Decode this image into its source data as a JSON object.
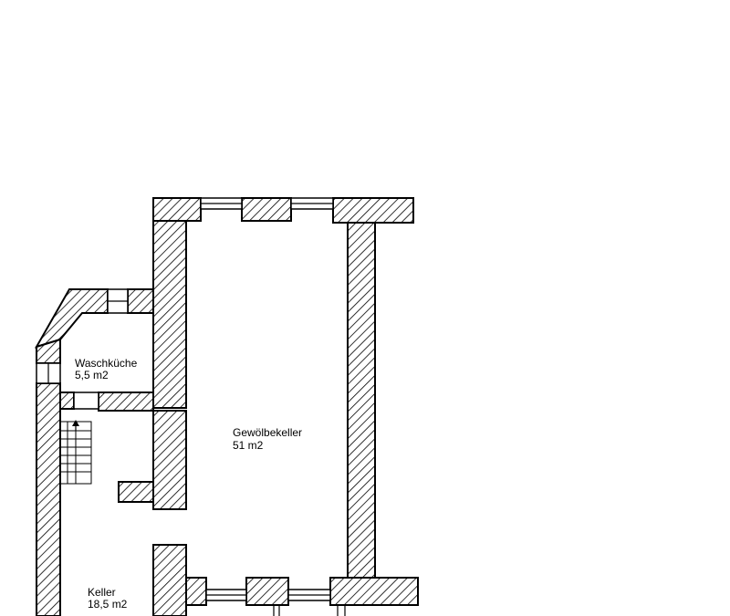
{
  "floorplan": {
    "rooms": [
      {
        "name": "Waschküche",
        "area": "5,5 m2"
      },
      {
        "name": "Gewölbekeller",
        "area": "51 m2"
      },
      {
        "name": "Keller",
        "area": "18,5 m2"
      }
    ],
    "colors": {
      "wall_stroke": "#000000",
      "hatch": "#000000",
      "background": "#ffffff"
    },
    "icons": {
      "stair_arrow": "up-arrow-icon"
    }
  }
}
